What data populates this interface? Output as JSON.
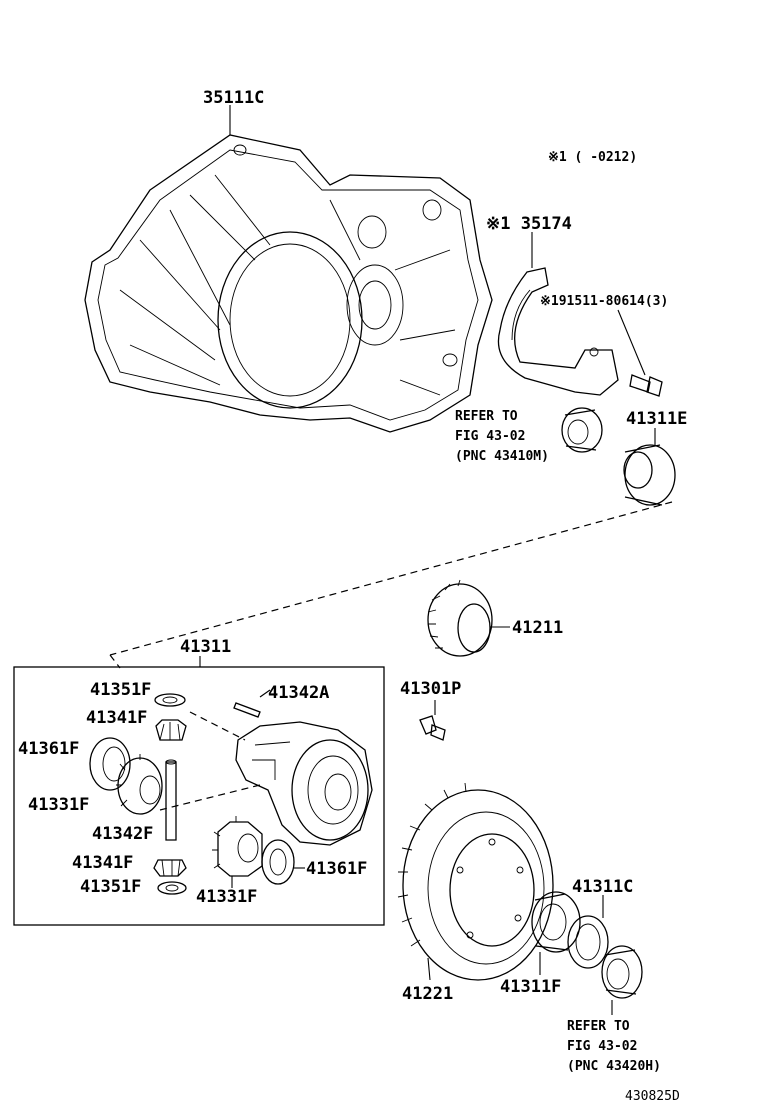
{
  "labels": {
    "case": "35111C",
    "note_header": "※1 (     -0212)",
    "sensor": "※1 35174",
    "bolt": "※191511-80614(3)",
    "refer1_line1": "REFER TO",
    "refer1_line2": "FIG 43-02",
    "refer1_line3": "(PNC 43410M)",
    "bearing_e": "41311E",
    "diff_assy": "41311",
    "drive_gear": "41211",
    "bolt_p": "41301P",
    "washer_351_top": "41351F",
    "pin_342a": "41342A",
    "gear_341_top": "41341F",
    "washer_361_left": "41361F",
    "gear_331_left": "41331F",
    "shaft_342f": "41342F",
    "gear_341_bottom": "41341F",
    "washer_351_bottom": "41351F",
    "gear_331_bottom": "41331F",
    "washer_361_right": "41361F",
    "ring_gear": "41221",
    "bearing_311c": "41311C",
    "bearing_311f": "41311F",
    "refer2_line1": "REFER TO",
    "refer2_line2": "FIG 43-02",
    "refer2_line3": "(PNC 43420H)",
    "figure_code": "430825D"
  }
}
